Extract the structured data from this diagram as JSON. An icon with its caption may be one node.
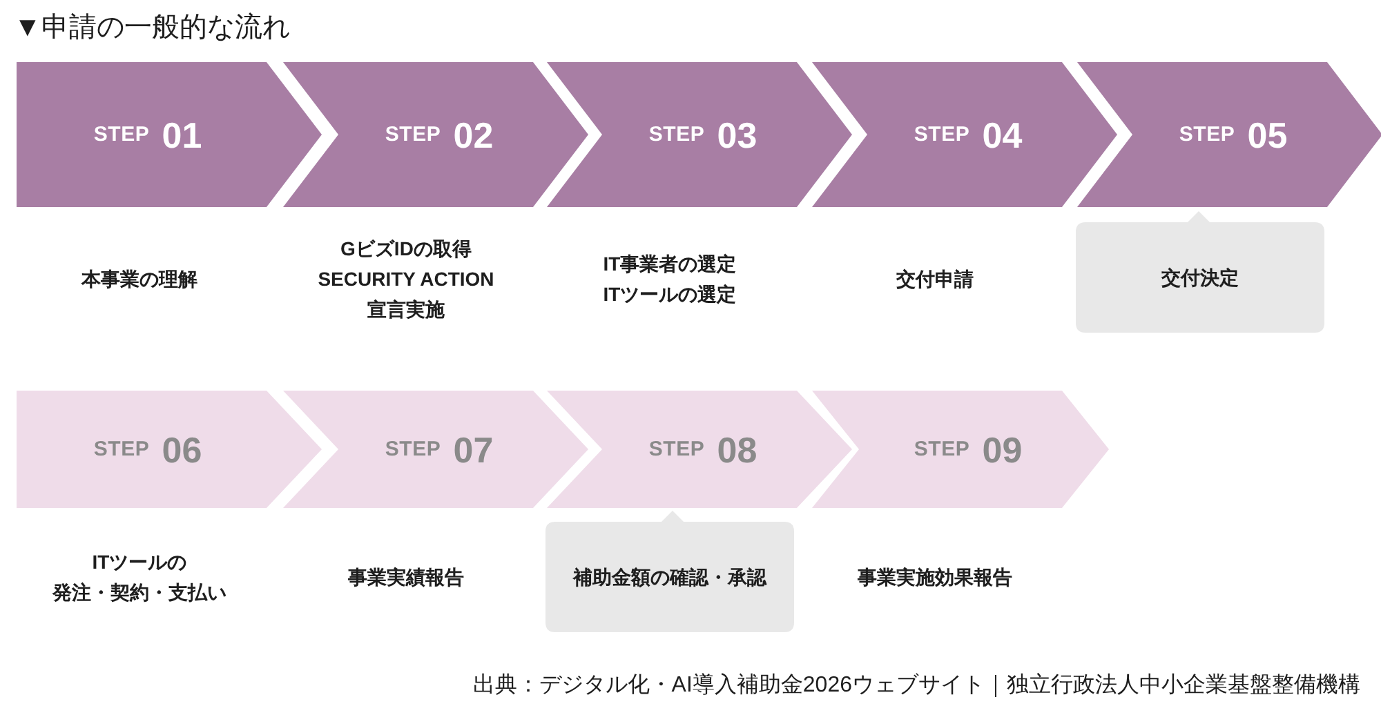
{
  "diagram": {
    "title": "▼申請の一般的な流れ",
    "nodes": [
      {
        "text": [
          "STEP",
          "01"
        ],
        "beside": [
          "本事業の理解"
        ]
      },
      {
        "text": [
          "STEP",
          "02"
        ],
        "beside": [
          "GビズIDの取得",
          "SECURITY ACTION 宣言実施"
        ]
      },
      {
        "text": [
          "STEP",
          "03"
        ],
        "beside": [
          "IT事業者の選定",
          "ITツールの選定"
        ]
      },
      {
        "text": [
          "STEP",
          "04"
        ],
        "beside": [
          "交付申請"
        ]
      },
      {
        "text": [
          "STEP",
          "05"
        ]
      },
      {
        "text": [
          "交付決定"
        ]
      },
      {
        "text": [
          "STEP",
          "06"
        ],
        "beside": [
          "ITツールの発注・契約・支払い"
        ]
      },
      {
        "text": [
          "STEP",
          "07"
        ],
        "beside": [
          "事業実績報告"
        ]
      },
      {
        "text": [
          "STEP",
          "08"
        ]
      },
      {
        "text": [
          "STEP",
          "09"
        ],
        "beside": [
          "事業実施効果報告"
        ]
      },
      {
        "text": [
          "補助金額の確認・承認"
        ]
      }
    ],
    "caption": "出典：デジタル化・AI導入補助金2026ウェブサイト｜独立行政法人中小企業基盤整備機構"
  }
}
